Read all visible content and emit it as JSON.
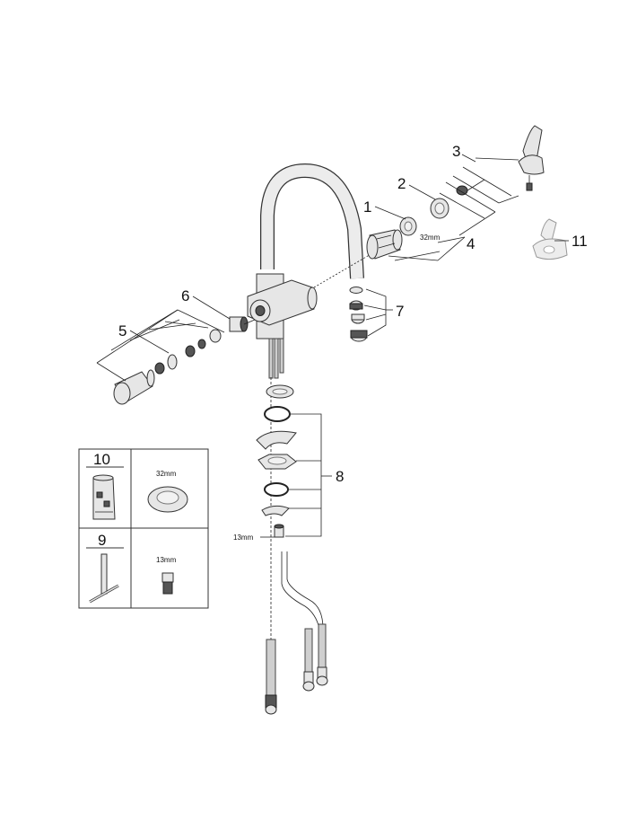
{
  "callouts": {
    "c1": "1",
    "c2": "2",
    "c3": "3",
    "c4": "4",
    "c5": "5",
    "c6": "6",
    "c7": "7",
    "c8": "8",
    "c9": "9",
    "c10": "10",
    "c11": "11"
  },
  "dimensions": {
    "d32_main": "32mm",
    "d32_tool": "32mm",
    "d13_main": "13mm",
    "d13_tool": "13mm"
  },
  "colors": {
    "line": "#222222",
    "part_fill": "#e6e6e6",
    "dark_fill": "#555555"
  }
}
